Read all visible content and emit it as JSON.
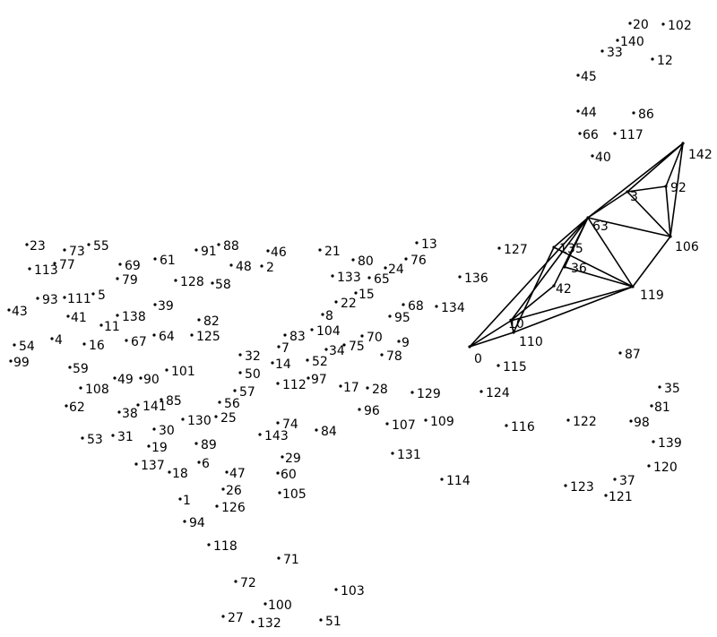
{
  "figure": {
    "points": [
      {
        "label": "0"
      },
      {
        "label": "1"
      },
      {
        "label": "2"
      },
      {
        "label": "3"
      },
      {
        "label": "4"
      },
      {
        "label": "5"
      },
      {
        "label": "6"
      },
      {
        "label": "7"
      },
      {
        "label": "8"
      },
      {
        "label": "9"
      },
      {
        "label": "10"
      },
      {
        "label": "11"
      },
      {
        "label": "12"
      },
      {
        "label": "13"
      },
      {
        "label": "14"
      },
      {
        "label": "15"
      },
      {
        "label": "16"
      },
      {
        "label": "17"
      },
      {
        "label": "18"
      },
      {
        "label": "19"
      },
      {
        "label": "20"
      },
      {
        "label": "21"
      },
      {
        "label": "22"
      },
      {
        "label": "23"
      },
      {
        "label": "24"
      },
      {
        "label": "25"
      },
      {
        "label": "26"
      },
      {
        "label": "27"
      },
      {
        "label": "28"
      },
      {
        "label": "29"
      },
      {
        "label": "30"
      },
      {
        "label": "31"
      },
      {
        "label": "32"
      },
      {
        "label": "33"
      },
      {
        "label": "34"
      },
      {
        "label": "35"
      },
      {
        "label": "36"
      },
      {
        "label": "37"
      },
      {
        "label": "38"
      },
      {
        "label": "39"
      },
      {
        "label": "40"
      },
      {
        "label": "41"
      },
      {
        "label": "42"
      },
      {
        "label": "43"
      },
      {
        "label": "44"
      },
      {
        "label": "45"
      },
      {
        "label": "46"
      },
      {
        "label": "47"
      },
      {
        "label": "48"
      },
      {
        "label": "49"
      },
      {
        "label": "50"
      },
      {
        "label": "51"
      },
      {
        "label": "52"
      },
      {
        "label": "53"
      },
      {
        "label": "54"
      },
      {
        "label": "55"
      },
      {
        "label": "56"
      },
      {
        "label": "57"
      },
      {
        "label": "58"
      },
      {
        "label": "59"
      },
      {
        "label": "60"
      },
      {
        "label": "61"
      },
      {
        "label": "62"
      },
      {
        "label": "63"
      },
      {
        "label": "64"
      },
      {
        "label": "65"
      },
      {
        "label": "66"
      },
      {
        "label": "67"
      },
      {
        "label": "68"
      },
      {
        "label": "69"
      },
      {
        "label": "70"
      },
      {
        "label": "71"
      },
      {
        "label": "72"
      },
      {
        "label": "73"
      },
      {
        "label": "74"
      },
      {
        "label": "75"
      },
      {
        "label": "76"
      },
      {
        "label": "77"
      },
      {
        "label": "78"
      },
      {
        "label": "79"
      },
      {
        "label": "80"
      },
      {
        "label": "81"
      },
      {
        "label": "82"
      },
      {
        "label": "83"
      },
      {
        "label": "84"
      },
      {
        "label": "85"
      },
      {
        "label": "86"
      },
      {
        "label": "87"
      },
      {
        "label": "88"
      },
      {
        "label": "89"
      },
      {
        "label": "90"
      },
      {
        "label": "91"
      },
      {
        "label": "92"
      },
      {
        "label": "93"
      },
      {
        "label": "94"
      },
      {
        "label": "95"
      },
      {
        "label": "96"
      },
      {
        "label": "97"
      },
      {
        "label": "98"
      },
      {
        "label": "99"
      },
      {
        "label": "100"
      },
      {
        "label": "101"
      },
      {
        "label": "102"
      },
      {
        "label": "103"
      },
      {
        "label": "104"
      },
      {
        "label": "105"
      },
      {
        "label": "106"
      },
      {
        "label": "107"
      },
      {
        "label": "108"
      },
      {
        "label": "109"
      },
      {
        "label": "110"
      },
      {
        "label": "111"
      },
      {
        "label": "112"
      },
      {
        "label": "113"
      },
      {
        "label": "114"
      },
      {
        "label": "115"
      },
      {
        "label": "116"
      },
      {
        "label": "117"
      },
      {
        "label": "118"
      },
      {
        "label": "119"
      },
      {
        "label": "120"
      },
      {
        "label": "121"
      },
      {
        "label": "122"
      },
      {
        "label": "123"
      },
      {
        "label": "124"
      },
      {
        "label": "125"
      },
      {
        "label": "126"
      },
      {
        "label": "127"
      },
      {
        "label": "128"
      },
      {
        "label": "129"
      },
      {
        "label": "130"
      },
      {
        "label": "131"
      },
      {
        "label": "132"
      },
      {
        "label": "133"
      },
      {
        "label": "134"
      },
      {
        "label": "135"
      },
      {
        "label": "136"
      },
      {
        "label": "137"
      },
      {
        "label": "138"
      },
      {
        "label": "139"
      },
      {
        "label": "140"
      },
      {
        "label": "141"
      },
      {
        "label": "142"
      },
      {
        "label": "143"
      }
    ],
    "edges": [
      [
        "0",
        "63"
      ],
      [
        "0",
        "110"
      ],
      [
        "0",
        "10"
      ],
      [
        "63",
        "106"
      ],
      [
        "63",
        "119"
      ],
      [
        "63",
        "135"
      ],
      [
        "135",
        "119"
      ],
      [
        "135",
        "110"
      ],
      [
        "106",
        "119"
      ],
      [
        "106",
        "142"
      ],
      [
        "106",
        "92"
      ],
      [
        "142",
        "3"
      ],
      [
        "142",
        "92"
      ],
      [
        "3",
        "92"
      ],
      [
        "3",
        "106"
      ],
      [
        "63",
        "142"
      ],
      [
        "110",
        "119"
      ],
      [
        "10",
        "110"
      ],
      [
        "10",
        "119"
      ],
      [
        "36",
        "119"
      ],
      [
        "36",
        "63"
      ],
      [
        "42",
        "63"
      ],
      [
        "10",
        "42"
      ],
      [
        "63",
        "10"
      ],
      [
        "3",
        "63"
      ]
    ],
    "colors": {
      "ink": "#000000",
      "background": "#ffffff"
    }
  }
}
